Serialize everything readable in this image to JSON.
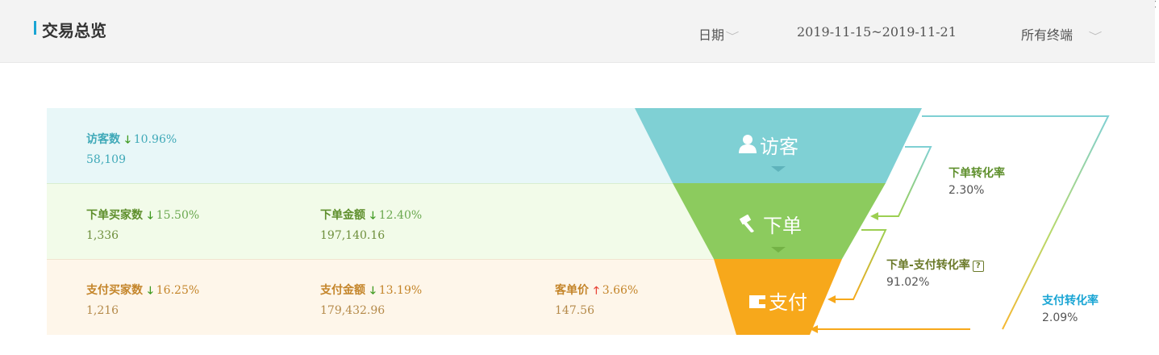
{
  "header": {
    "title": "交易总览",
    "date_label": "日期",
    "date_range": "2019-11-15~2019-11-21",
    "terminal_label": "所有终端"
  },
  "metrics": {
    "visitors": {
      "label": "访客数",
      "direction": "down",
      "pct": "10.96%",
      "value": "58,109"
    },
    "order_buyers": {
      "label": "下单买家数",
      "direction": "down",
      "pct": "15.50%",
      "value": "1,336"
    },
    "order_amount": {
      "label": "下单金额",
      "direction": "down",
      "pct": "12.40%",
      "value": "197,140.16"
    },
    "pay_buyers": {
      "label": "支付买家数",
      "direction": "down",
      "pct": "16.25%",
      "value": "1,216"
    },
    "pay_amount": {
      "label": "支付金额",
      "direction": "down",
      "pct": "13.19%",
      "value": "179,432.96"
    },
    "unit_price": {
      "label": "客单价",
      "direction": "up",
      "pct": "3.66%",
      "value": "147.56"
    }
  },
  "funnel": {
    "stages": [
      {
        "label": "访客",
        "icon": "user-icon",
        "color": "#7fd0d4"
      },
      {
        "label": "下单",
        "icon": "hammer-icon",
        "color": "#8ccb5e"
      },
      {
        "label": "支付",
        "icon": "wallet-icon",
        "color": "#f7a81b"
      }
    ]
  },
  "rates": {
    "order_rate": {
      "label": "下单转化率",
      "value": "2.30%"
    },
    "order_pay_rate": {
      "label": "下单-支付转化率",
      "value": "91.02%"
    },
    "pay_rate": {
      "label": "支付转化率",
      "value": "2.09%"
    }
  },
  "colors": {
    "accent": "#1aa5d4",
    "down": "#3e9a1f",
    "up": "#e8473a"
  },
  "arrow_glyphs": {
    "down": "🡓",
    "up": "🡑"
  }
}
